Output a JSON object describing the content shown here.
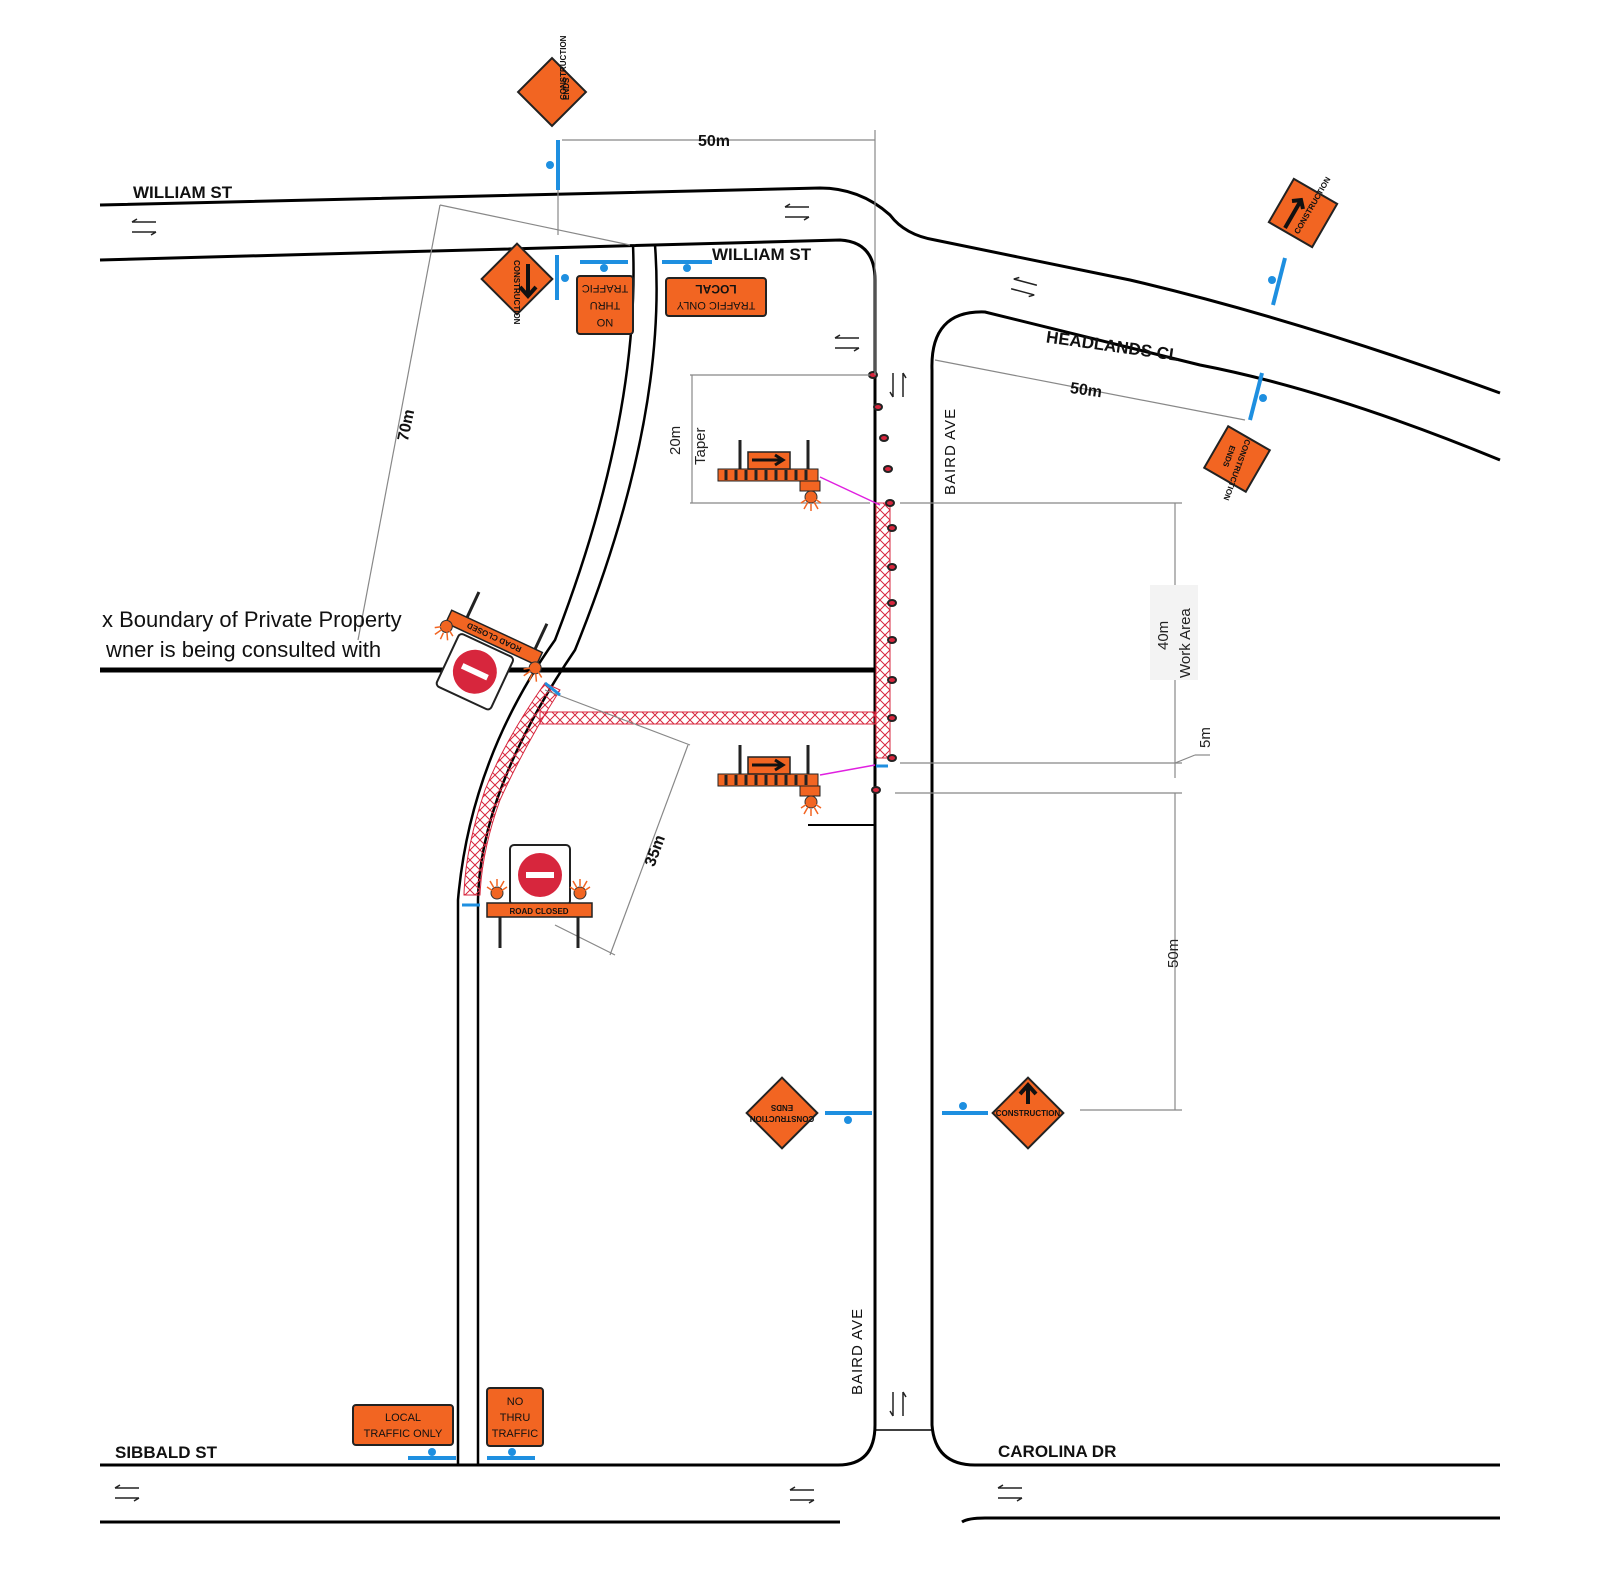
{
  "streets": {
    "william_st_west": "WILLIAM ST",
    "william_st_east": "WILLIAM ST",
    "headlands_cl": "HEADLANDS CL",
    "baird_ave_north": "BAIRD AVE",
    "baird_ave_south": "BAIRD AVE",
    "sibbald_st": "SIBBALD ST",
    "carolina_dr": "CAROLINA DR"
  },
  "dimensions": {
    "top_50m": "50m",
    "headlands_50m": "50m",
    "diag_70m": "70m",
    "diag_35m": "35m",
    "taper_len": "20m",
    "taper_label": "Taper",
    "work_len": "40m",
    "work_label": "Work Area",
    "buffer_5m": "5m",
    "lower_50m": "50m"
  },
  "note": {
    "line1": "x Boundary of Private Property",
    "line2": "wner is being consulted with"
  },
  "signs": {
    "construction_ends_l1": "CONSTRUCTION",
    "construction_ends_l2": "ENDS",
    "construction": "CONSTRUCTION",
    "no_thru_l1": "NO",
    "no_thru_l2": "THRU",
    "no_thru_l3": "TRAFFIC",
    "local_l1": "LOCAL",
    "local_l2": "TRAFFIC ONLY",
    "local_l2_south": "TRAFFIC ONLY",
    "road_closed": "ROAD CLOSED"
  },
  "colors": {
    "sign_orange": "#F26522",
    "post_blue": "#1E8FE0",
    "hatch_red": "#D7263D",
    "arrow_magenta": "#E020E0",
    "road_line": "#000000",
    "dim_line": "#888888"
  }
}
